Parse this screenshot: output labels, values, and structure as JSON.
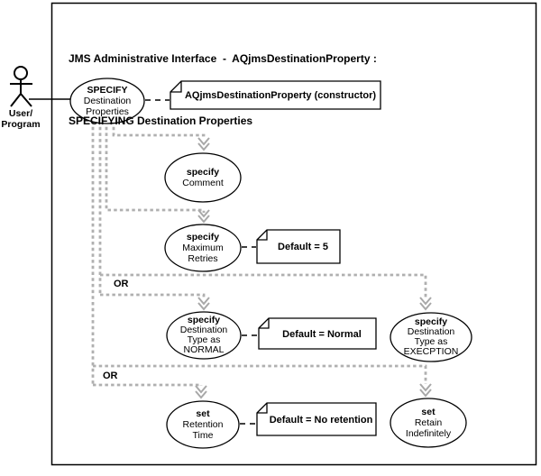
{
  "title": {
    "line1": "JMS Administrative Interface  -  AQjmsDestinationProperty :",
    "line2": "SPECIFYING Destination Properties"
  },
  "actor": {
    "line1": "User/",
    "line2": "Program"
  },
  "usecases": {
    "specify_destination_properties": {
      "line1": "SPECIFY",
      "line2": "Destination",
      "line3": "Properties"
    },
    "specify_comment": {
      "line1": "specify",
      "line2": "Comment"
    },
    "specify_maximum_retries": {
      "line1": "specify",
      "line2": "Maximum",
      "line3": "Retries"
    },
    "specify_destination_type_normal": {
      "line1": "specify",
      "line2": "Destination",
      "line3": "Type as",
      "line4": "NORMAL"
    },
    "specify_destination_type_exception": {
      "line1": "specify",
      "line2": "Destination",
      "line3": "Type as",
      "line4": "EXECPTION"
    },
    "set_retention_time": {
      "line1": "set",
      "line2": "Retention",
      "line3": "Time"
    },
    "set_retain_indefinitely": {
      "line1": "set",
      "line2": "Retain",
      "line3": "Indefinitely"
    }
  },
  "notes": {
    "constructor": "AQjmsDestinationProperty (constructor)",
    "max_retries_default": "Default = 5",
    "destination_type_default": "Default = Normal",
    "retention_default": "Default = No retention"
  },
  "or_labels": {
    "first": "OR",
    "second": "OR"
  },
  "colors": {
    "ink": "#000000",
    "dashed_gray": "#b0b0b0",
    "background": "#ffffff"
  }
}
